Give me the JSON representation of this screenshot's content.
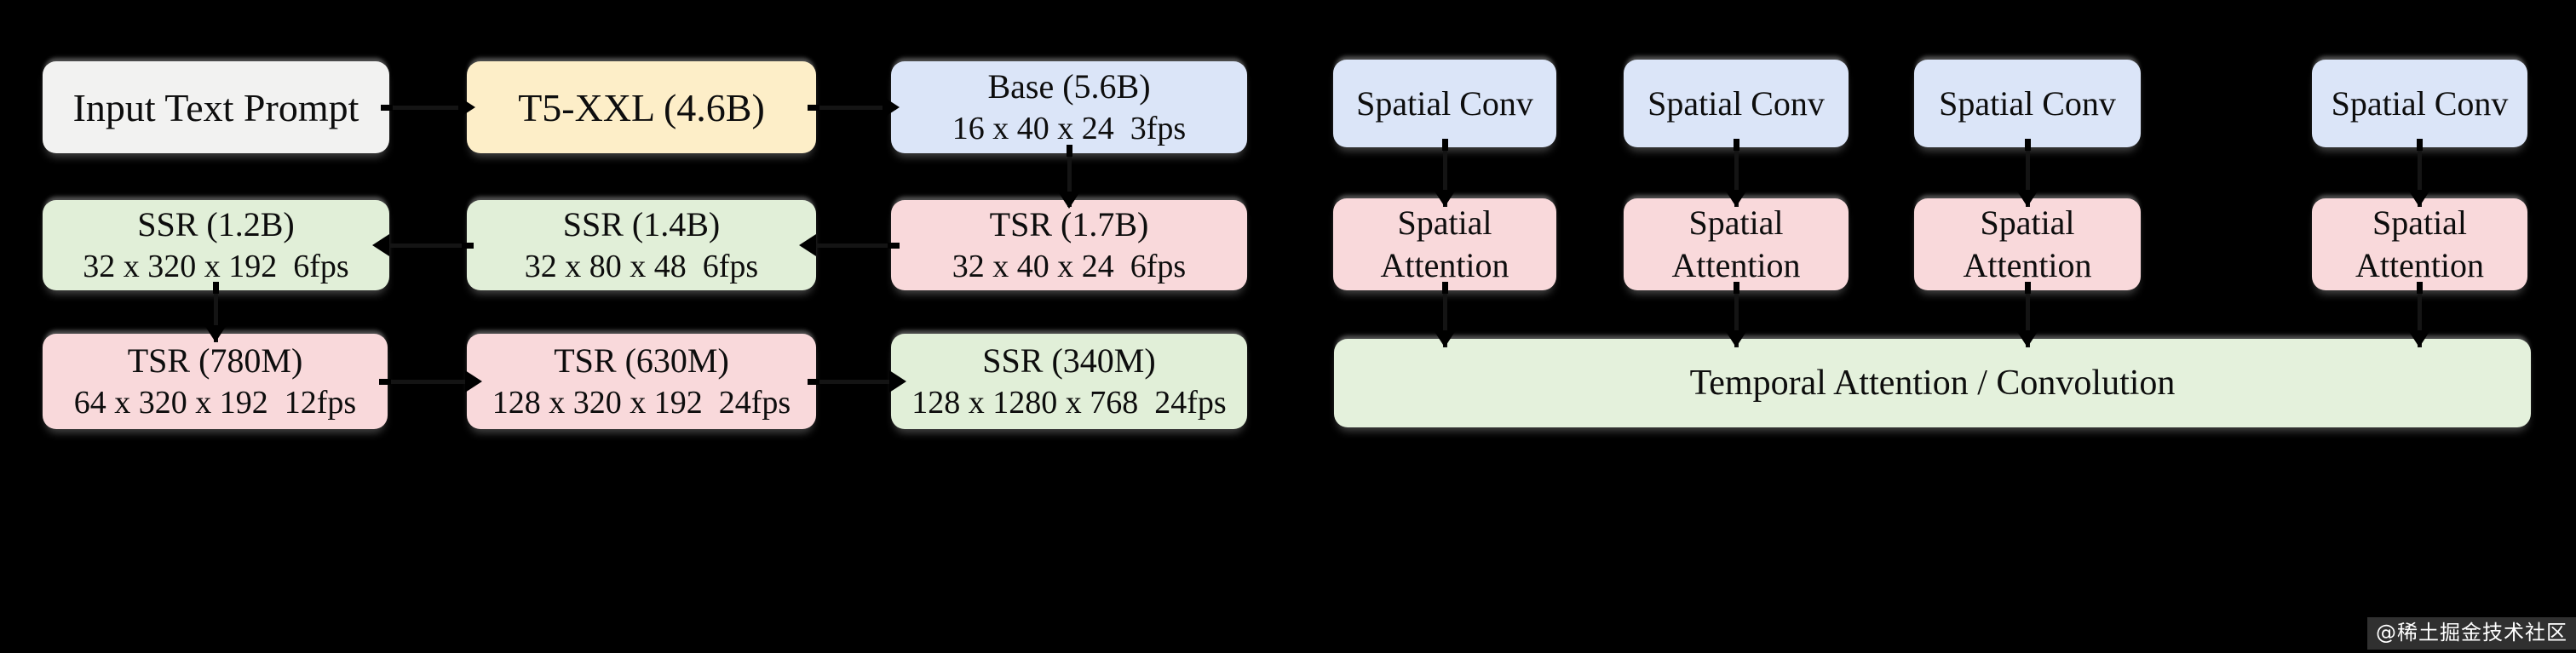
{
  "boxes": {
    "input": {
      "label": "Input Text Prompt"
    },
    "t5": {
      "label": "T5-XXL (4.6B)"
    },
    "base": {
      "line1": "Base (5.6B)",
      "line2": "16 x 40 x 24  3fps"
    },
    "ssr12": {
      "line1": "SSR (1.2B)",
      "line2": "32 x 320 x 192  6fps"
    },
    "ssr14": {
      "line1": "SSR (1.4B)",
      "line2": "32 x 80 x 48  6fps"
    },
    "tsr17": {
      "line1": "TSR (1.7B)",
      "line2": "32 x 40 x 24  6fps"
    },
    "tsr780": {
      "line1": "TSR (780M)",
      "line2": "64 x 320 x 192  12fps"
    },
    "tsr630": {
      "line1": "TSR (630M)",
      "line2": "128 x 320 x 192  24fps"
    },
    "ssr340": {
      "line1": "SSR (340M)",
      "line2": "128 x 1280 x 768  24fps"
    },
    "spatial_conv": {
      "label": "Spatial Conv"
    },
    "spatial_attention": {
      "line1": "Spatial",
      "line2": "Attention"
    },
    "temporal": {
      "label": "Temporal Attention / Convolution"
    }
  },
  "connections": [
    {
      "from": "input",
      "to": "t5",
      "direction": "right"
    },
    {
      "from": "t5",
      "to": "base",
      "direction": "right"
    },
    {
      "from": "base",
      "to": "tsr17",
      "direction": "down"
    },
    {
      "from": "tsr17",
      "to": "ssr14",
      "direction": "left"
    },
    {
      "from": "ssr14",
      "to": "ssr12",
      "direction": "left"
    },
    {
      "from": "ssr12",
      "to": "tsr780",
      "direction": "down"
    },
    {
      "from": "tsr780",
      "to": "tsr630",
      "direction": "right"
    },
    {
      "from": "tsr630",
      "to": "ssr340",
      "direction": "right"
    },
    {
      "from": "spatial_conv_1",
      "to": "spatial_attention_1",
      "direction": "down"
    },
    {
      "from": "spatial_conv_2",
      "to": "spatial_attention_2",
      "direction": "down"
    },
    {
      "from": "spatial_conv_3",
      "to": "spatial_attention_3",
      "direction": "down"
    },
    {
      "from": "spatial_conv_4",
      "to": "spatial_attention_4",
      "direction": "down"
    },
    {
      "from": "spatial_attention_1",
      "to": "temporal",
      "direction": "down"
    },
    {
      "from": "spatial_attention_2",
      "to": "temporal",
      "direction": "down"
    },
    {
      "from": "spatial_attention_3",
      "to": "temporal",
      "direction": "down"
    },
    {
      "from": "spatial_attention_4",
      "to": "temporal",
      "direction": "down"
    }
  ],
  "colors": {
    "background": "#000000",
    "prompt_box": "#f2f2f1",
    "encoder_box": "#fdeec8",
    "blue_box": "#dbe5f8",
    "green_box": "#e1efd8",
    "pink_box": "#f9d9db",
    "temporal_box": "#e4f1dc",
    "text": "#0d0d0d",
    "arrow": "#000000",
    "watermark_text": "#ffffff"
  },
  "watermark": {
    "text": "@稀土掘金技术社区"
  }
}
